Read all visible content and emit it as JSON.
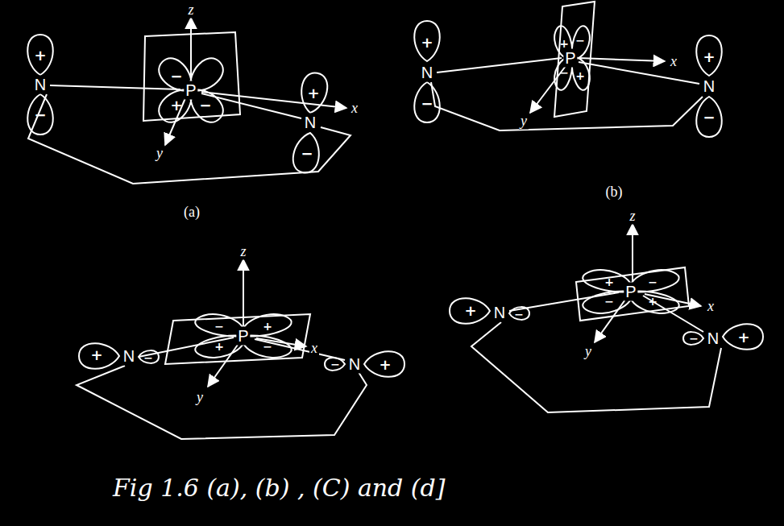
{
  "diagram": {
    "caption": "Fig 1.6 (a), (b) , (C) and (d]",
    "labels": [
      "z",
      "N",
      "P",
      "N",
      "x",
      "y",
      "+",
      "−",
      "−",
      "+",
      "−",
      "+",
      "−",
      "(a)",
      "N",
      "P",
      "N",
      "x",
      "y",
      "+",
      "−",
      "−",
      "+",
      "+",
      "−",
      "+",
      "−",
      "(b)",
      "z",
      "N",
      "P",
      "N",
      "x",
      "y",
      "+",
      "−",
      "−",
      "+",
      "+",
      "−",
      "−",
      "+",
      "z",
      "N",
      "P",
      "N",
      "x",
      "y",
      "+",
      "−",
      "+",
      "−",
      "−",
      "+",
      "−",
      "+"
    ]
  }
}
